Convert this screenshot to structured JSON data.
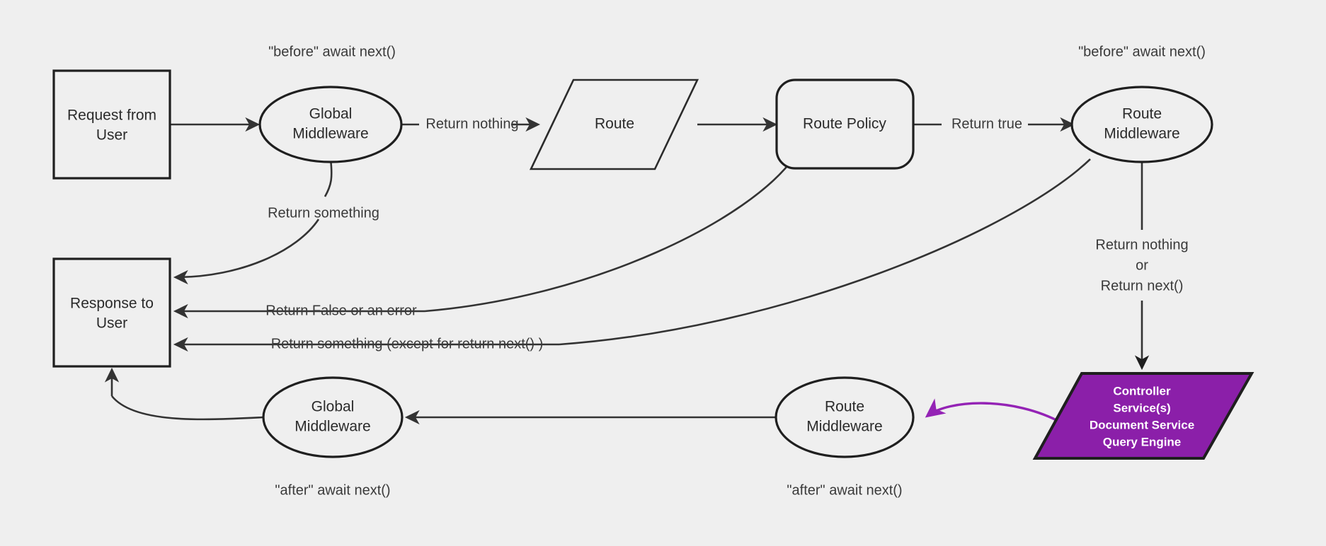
{
  "diagram": {
    "title": "Request middleware pipeline flowchart",
    "background_color": "#efefef",
    "stroke_color": "#2b2b2b",
    "accent_color": "#8B1FA9",
    "accent_text_color": "#ffffff"
  },
  "nodes": {
    "request_from_user": {
      "line1": "Request from",
      "line2": "User",
      "shape": "rectangle"
    },
    "global_middleware_top": {
      "line1": "Global",
      "line2": "Middleware",
      "shape": "ellipse"
    },
    "route": {
      "line1": "Route",
      "shape": "parallelogram"
    },
    "route_policy": {
      "line1": "Route Policy",
      "shape": "rounded-rectangle"
    },
    "route_middleware_top": {
      "line1": "Route",
      "line2": "Middleware",
      "shape": "ellipse"
    },
    "controller": {
      "line1": "Controller",
      "line2": "Service(s)",
      "line3": "Document Service",
      "line4": "Query Engine",
      "shape": "parallelogram"
    },
    "route_middleware_bottom": {
      "line1": "Route",
      "line2": "Middleware",
      "shape": "ellipse"
    },
    "global_middleware_bottom": {
      "line1": "Global",
      "line2": "Middleware",
      "shape": "ellipse"
    },
    "response_to_user": {
      "line1": "Response to",
      "line2": "User",
      "shape": "rectangle"
    }
  },
  "edge_labels": {
    "return_nothing": "Return nothing",
    "return_true": "Return true",
    "return_something": "Return something",
    "return_false_or_error": "Return False or an error",
    "return_something_except_next": "Return something (except for return next() )",
    "return_nothing_or_next_line1": "Return nothing",
    "return_nothing_or_next_line2": "or",
    "return_nothing_or_next_line3": "Return next()"
  },
  "annotations": {
    "before_await_next_global": "\"before\" await next()",
    "before_await_next_route": "\"before\" await next()",
    "after_await_next_global": "\"after\" await next()",
    "after_await_next_route": "\"after\" await next()"
  }
}
